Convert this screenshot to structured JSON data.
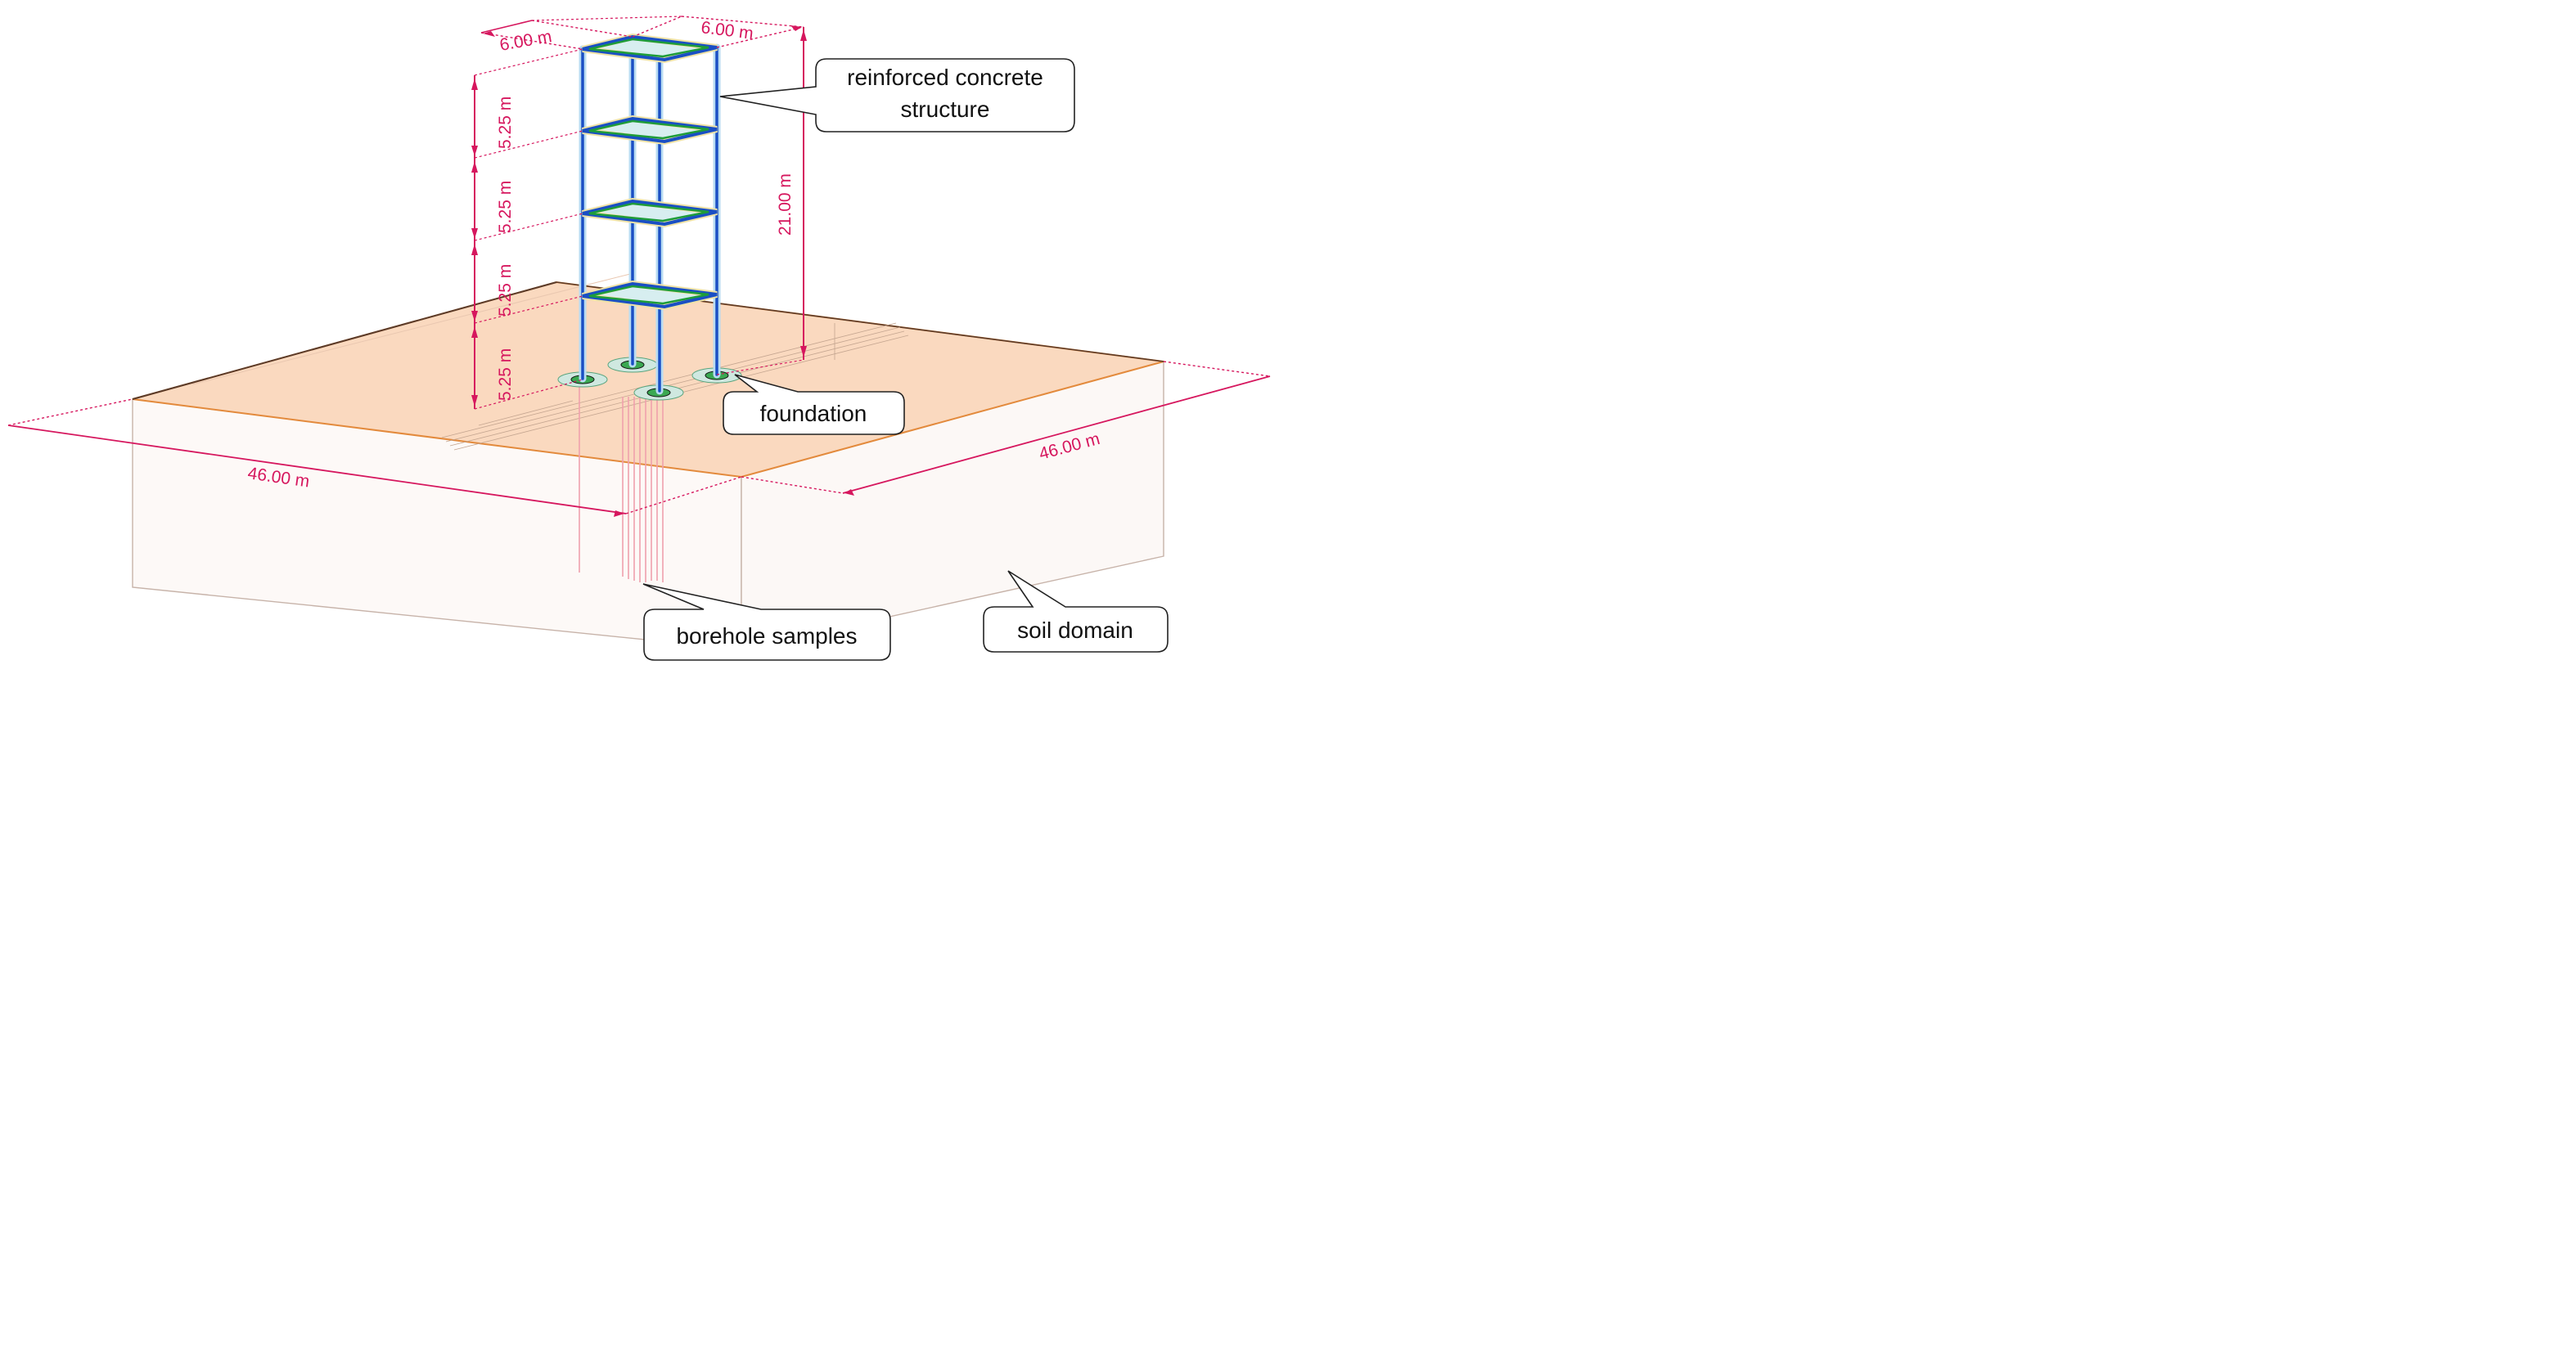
{
  "dimensions": {
    "top_width_left": "6.00 m",
    "top_width_right": "6.00 m",
    "storey_heights": [
      "5.25 m",
      "5.25 m",
      "5.25 m",
      "5.25 m"
    ],
    "total_height": "21.00 m",
    "soil_length_left": "46.00 m",
    "soil_length_right": "46.00 m"
  },
  "callouts": {
    "structure_line1": "reinforced concrete",
    "structure_line2": "structure",
    "foundation": "foundation",
    "borehole": "borehole samples",
    "soil": "soil domain"
  },
  "colors": {
    "dimension": "#d6175e",
    "soil_surface": "#fad9bf",
    "column": "#1a4fc4",
    "slab_edge": "#1e9c3a",
    "soil_box": "#c9b3a8"
  }
}
